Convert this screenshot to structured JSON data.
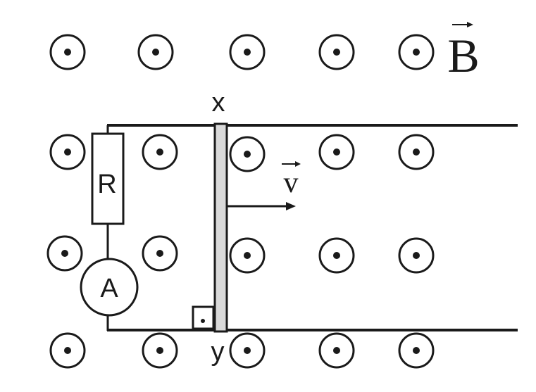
{
  "field": {
    "symbol": "B",
    "direction": "out-of-page",
    "marker_icon": "field-out-of-page-icon"
  },
  "rails": {
    "rod_top_label": "x",
    "rod_bottom_label": "y"
  },
  "rod": {
    "velocity_symbol": "v"
  },
  "circuit": {
    "resistor_label": "R",
    "ammeter_label": "A"
  },
  "right_angle_marker_icon": "right-angle-icon",
  "colors": {
    "stroke": "#1a1a1a",
    "rod_fill": "#d9d9d9",
    "background": "#ffffff"
  }
}
